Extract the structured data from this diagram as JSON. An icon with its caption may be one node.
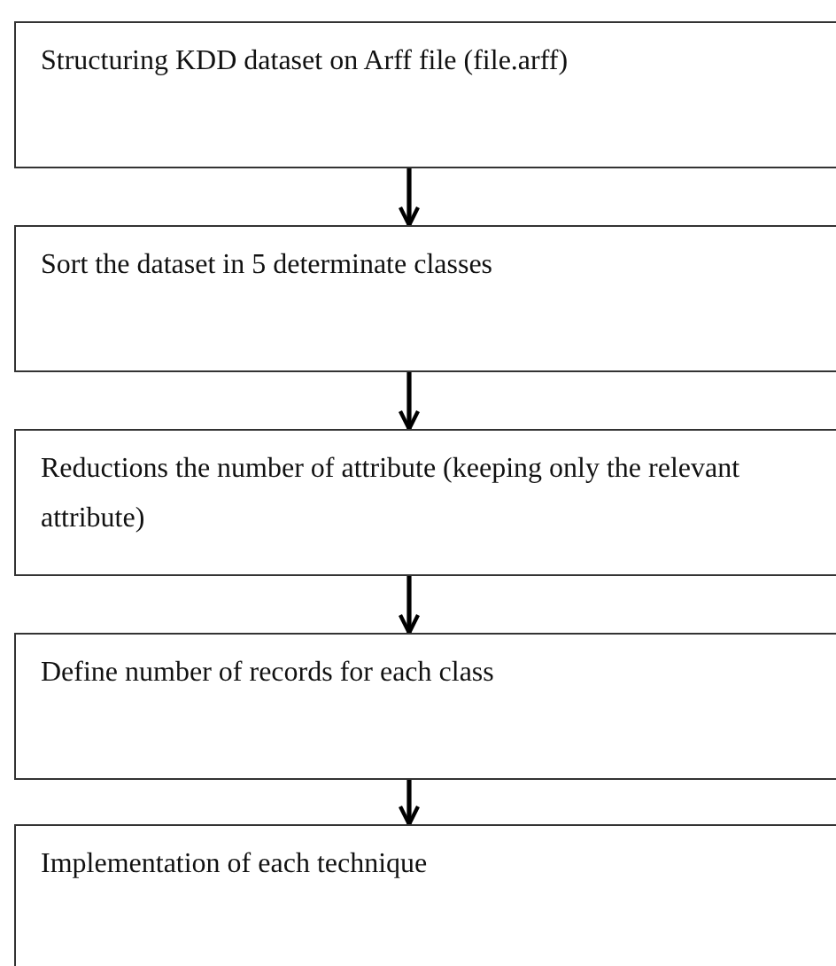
{
  "diagram": {
    "nodes": [
      {
        "text": [
          "Structuring KDD dataset on Arff file (file.arff)"
        ]
      },
      {
        "text": [
          "Sort the dataset in 5 determinate classes"
        ]
      },
      {
        "text": [
          "Reductions the number of attribute (keeping only the relevant attribute)"
        ]
      },
      {
        "text": [
          "Define number of records for each class"
        ]
      },
      {
        "text": [
          "Implementation of each technique"
        ]
      }
    ],
    "edges": [
      {
        "from": 0,
        "to": 1,
        "arrow": "to"
      },
      {
        "from": 1,
        "to": 2,
        "arrow": "to"
      },
      {
        "from": 2,
        "to": 3,
        "arrow": "to"
      },
      {
        "from": 3,
        "to": 4,
        "arrow": "to"
      }
    ]
  }
}
